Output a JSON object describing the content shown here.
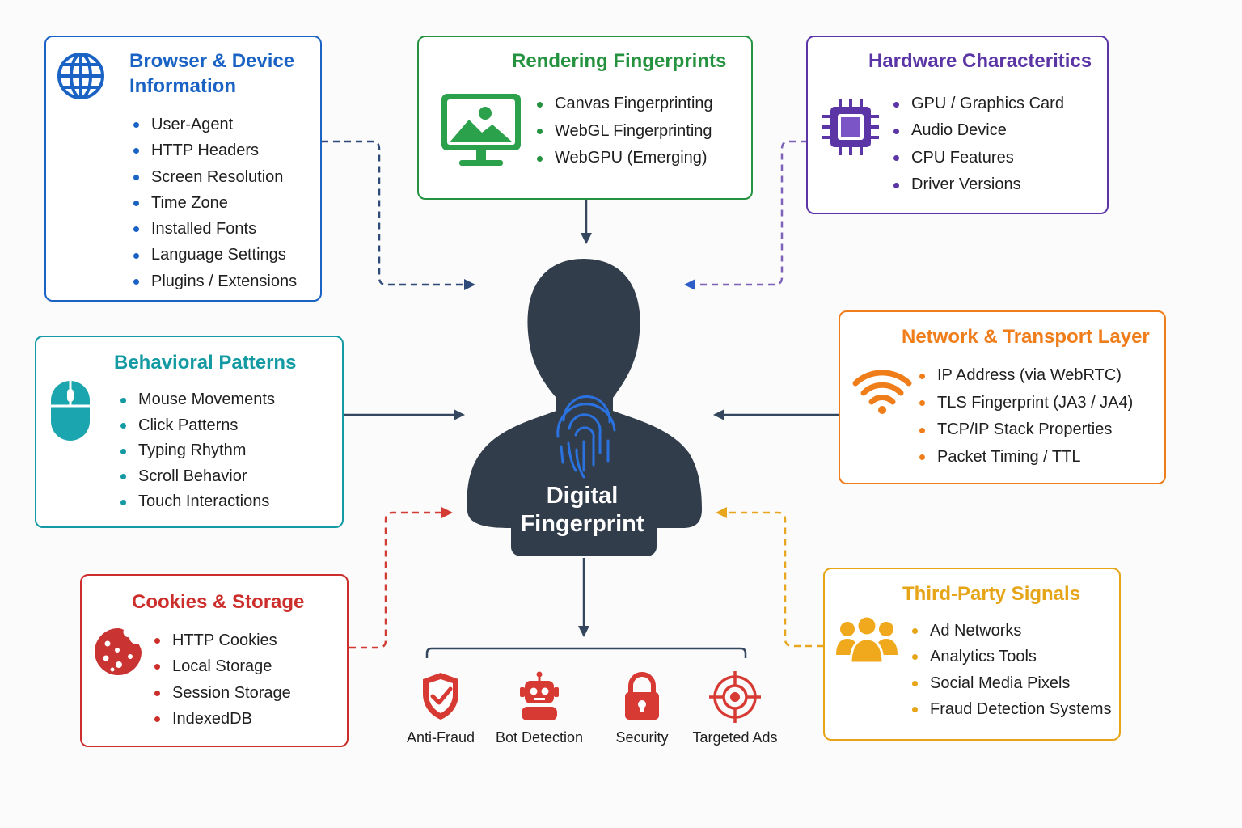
{
  "center": {
    "line1": "Digital",
    "line2": "Fingerprint"
  },
  "browser": {
    "title_line1": "Browser & Device",
    "title_line2": "Information",
    "color": "#1a63c4",
    "items": [
      "User-Agent",
      "HTTP Headers",
      "Screen Resolution",
      "Time Zone",
      "Installed Fonts",
      "Language Settings",
      "Plugins / Extensions"
    ]
  },
  "rendering": {
    "title": "Rendering Fingerprints",
    "color": "#24923f",
    "items": [
      "Canvas Fingerprinting",
      "WebGL Fingerprinting",
      "WebGPU (Emerging)"
    ]
  },
  "hardware": {
    "title": "Hardware Characteritics",
    "color": "#5b35a6",
    "items": [
      "GPU / Graphics Card",
      "Audio Device",
      "CPU Features",
      "Driver Versions"
    ]
  },
  "behavioral": {
    "title": "Behavioral Patterns",
    "color": "#149aa3",
    "items": [
      "Mouse Movements",
      "Click Patterns",
      "Typing Rhythm",
      "Scroll Behavior",
      "Touch Interactions"
    ]
  },
  "network": {
    "title": "Network & Transport Layer",
    "color": "#ef7d1a",
    "items": [
      "IP Address (via WebRTC)",
      "TLS Fingerprint (JA3 / JA4)",
      "TCP/IP Stack Properties",
      "Packet Timing / TTL"
    ]
  },
  "cookies": {
    "title": "Cookies & Storage",
    "color": "#cc2e2b",
    "items": [
      "HTTP Cookies",
      "Local Storage",
      "Session Storage",
      "IndexedDB"
    ]
  },
  "thirdparty": {
    "title": "Third-Party Signals",
    "color": "#e6a417",
    "items": [
      "Ad Networks",
      "Analytics Tools",
      "Social Media Pixels",
      "Fraud Detection Systems"
    ]
  },
  "uses": [
    {
      "label": "Anti-Fraud",
      "icon": "shield-check-icon",
      "color": "#d63a33"
    },
    {
      "label": "Bot Detection",
      "icon": "robot-icon",
      "color": "#d63a33"
    },
    {
      "label": "Security",
      "icon": "padlock-icon",
      "color": "#d63a33"
    },
    {
      "label": "Targeted Ads",
      "icon": "target-icon",
      "color": "#d63a33"
    }
  ]
}
